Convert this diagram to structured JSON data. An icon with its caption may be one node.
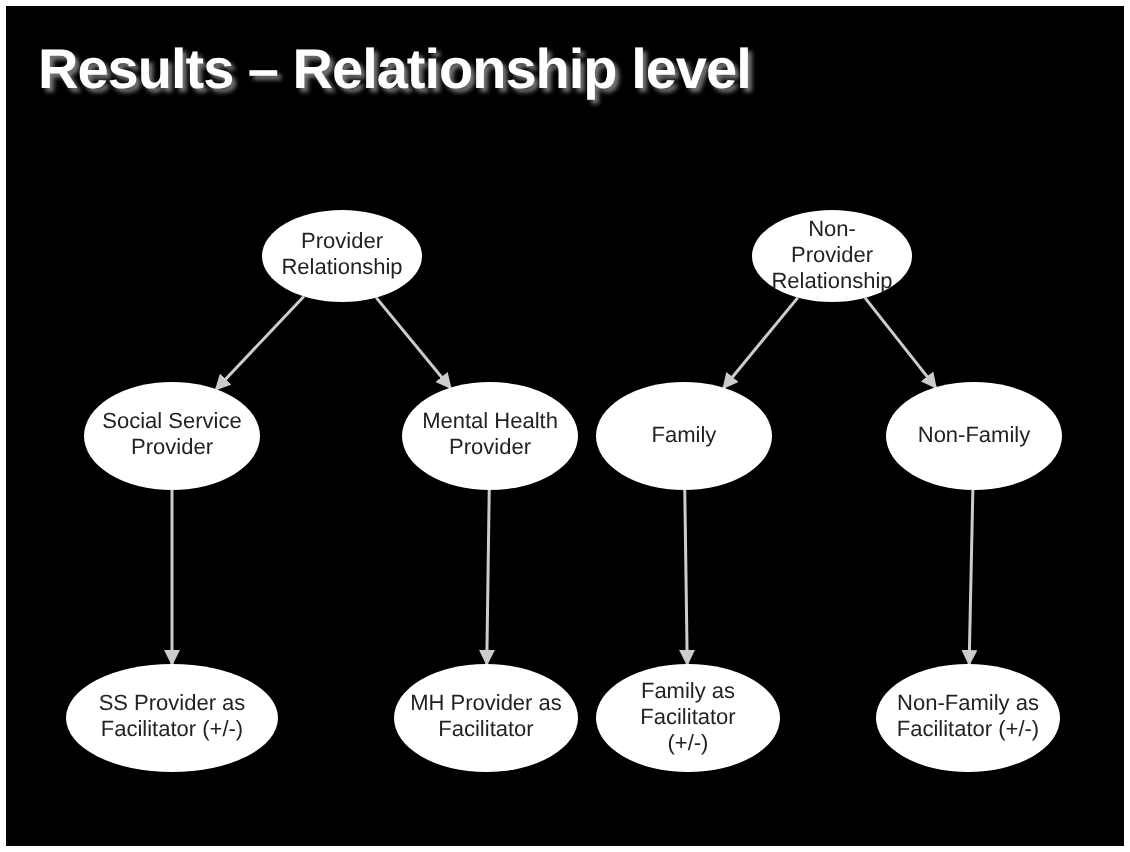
{
  "diagram": {
    "title": "Results – Relationship level",
    "nodes": [
      {
        "text": [
          "Provider Relationship"
        ]
      },
      {
        "text": [
          "Non-Provider Relationship"
        ]
      },
      {
        "text": [
          "Social Service Provider"
        ]
      },
      {
        "text": [
          "Mental Health Provider"
        ]
      },
      {
        "text": [
          "Family"
        ]
      },
      {
        "text": [
          "Non-Family"
        ]
      },
      {
        "text": [
          "SS Provider as Facilitator (+/-)"
        ]
      },
      {
        "text": [
          "MH Provider as Facilitator"
        ]
      },
      {
        "text": [
          "Family as Facilitator (+/-)"
        ]
      },
      {
        "text": [
          "Non-Family as Facilitator (+/-)"
        ]
      }
    ],
    "edges": [
      {
        "from": 0,
        "to": 2,
        "arrow": "to"
      },
      {
        "from": 0,
        "to": 3,
        "arrow": "to"
      },
      {
        "from": 1,
        "to": 4,
        "arrow": "to"
      },
      {
        "from": 1,
        "to": 5,
        "arrow": "to"
      },
      {
        "from": 2,
        "to": 6,
        "arrow": "to"
      },
      {
        "from": 3,
        "to": 7,
        "arrow": "to"
      },
      {
        "from": 4,
        "to": 8,
        "arrow": "to"
      },
      {
        "from": 5,
        "to": 9,
        "arrow": "to"
      }
    ]
  }
}
